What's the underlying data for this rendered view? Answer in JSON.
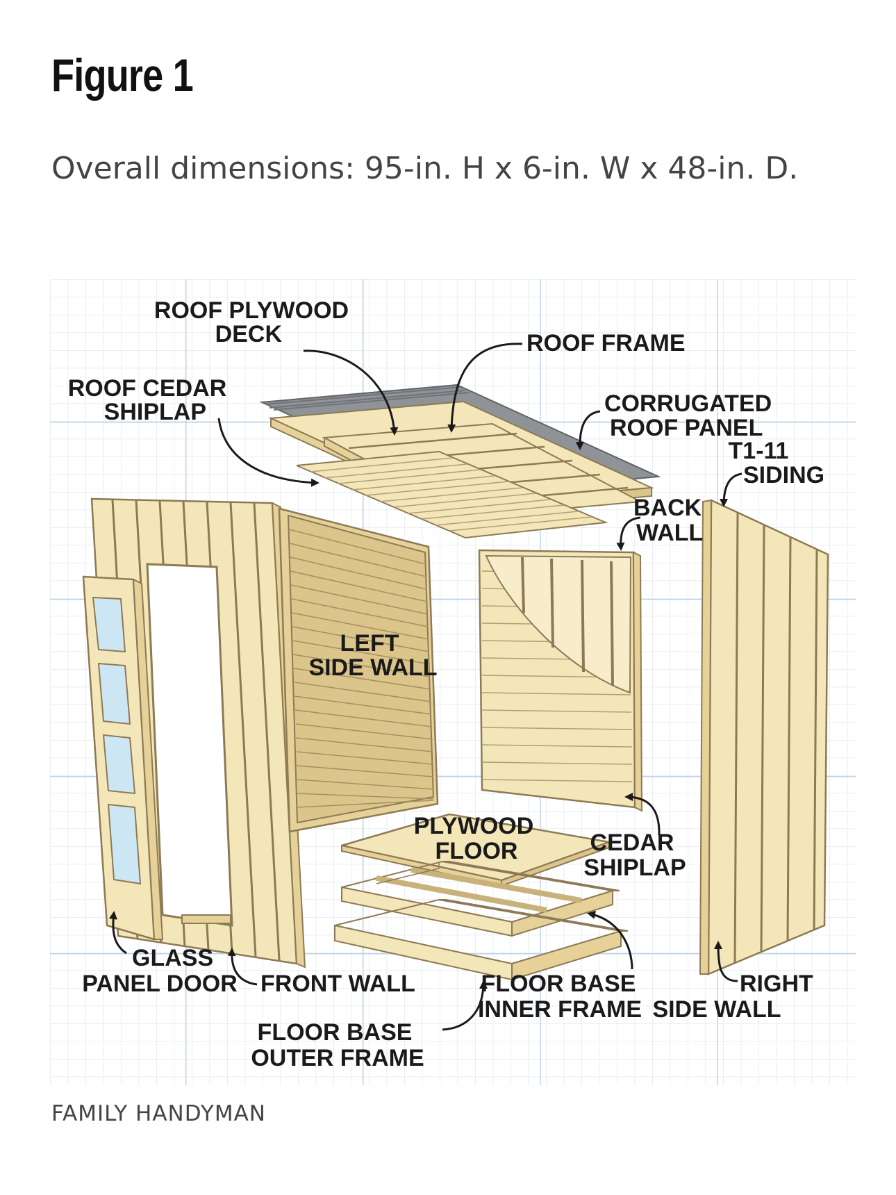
{
  "figure": {
    "heading": "Figure 1",
    "subtitle": "Overall dimensions: 95-in. H x 6-in. W x 48-in. D.",
    "credit": "FAMILY HANDYMAN"
  },
  "labels": {
    "roof_plywood_deck": [
      "ROOF PLYWOOD",
      "DECK"
    ],
    "roof_frame": [
      "ROOF FRAME"
    ],
    "roof_cedar_shiplap": [
      "ROOF CEDAR",
      "SHIPLAP"
    ],
    "corrugated_roof_panel": [
      "CORRUGATED",
      "ROOF PANEL"
    ],
    "t1_11_siding": [
      "T1-11",
      "SIDING"
    ],
    "back_wall": [
      "BACK",
      "WALL"
    ],
    "left_side_wall": [
      "LEFT",
      "SIDE WALL"
    ],
    "plywood_floor": [
      "PLYWOOD",
      "FLOOR"
    ],
    "cedar_shiplap": [
      "CEDAR",
      "SHIPLAP"
    ],
    "glass_panel_door": [
      "GLASS",
      "PANEL DOOR"
    ],
    "front_wall": [
      "FRONT WALL"
    ],
    "floor_base_inner_frame": [
      "FLOOR BASE",
      "INNER FRAME"
    ],
    "right_side_wall": [
      "RIGHT",
      "SIDE WALL"
    ],
    "floor_base_outer_frame": [
      "FLOOR BASE",
      "OUTER FRAME"
    ]
  },
  "colors": {
    "grid_minor": "#e2e8ef",
    "grid_major": "#bcd3e8",
    "wood": "#f3e6b8",
    "wood_dark": "#e6d199",
    "wood_line": "#8d7a55",
    "metal": "#8f9297",
    "glass": "#cde6f4",
    "text": "#1a1a1a"
  }
}
